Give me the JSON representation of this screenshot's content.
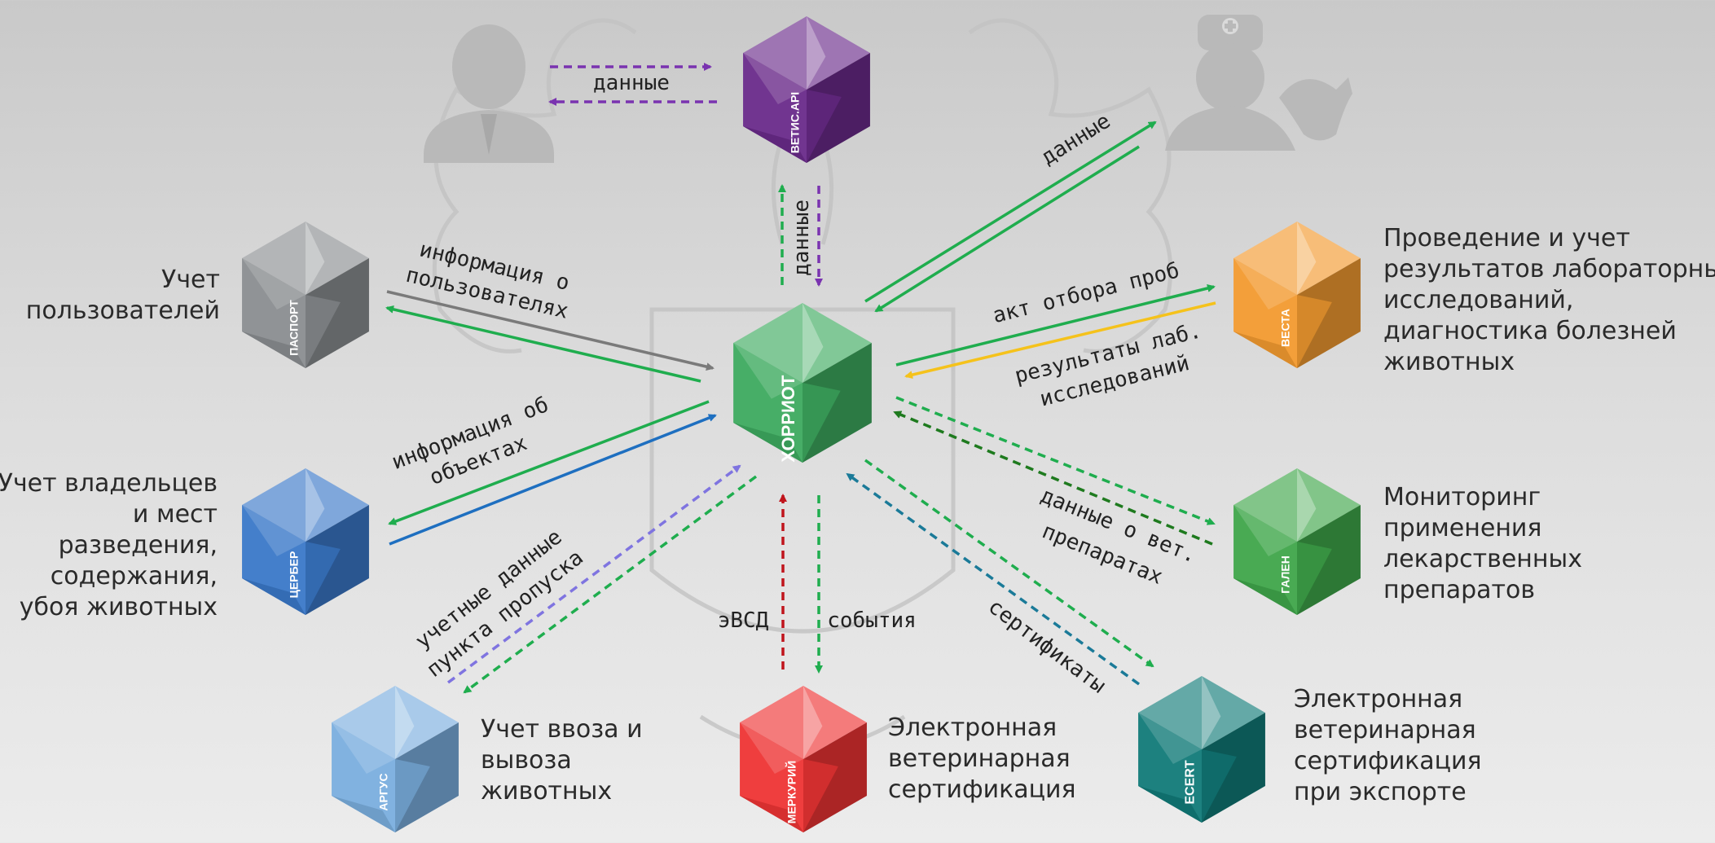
{
  "cubes": {
    "center": "ХОРРИОТ",
    "vetis_api": "ВЕТИС.API",
    "pasport": "ПАСПОРТ",
    "vesta": "ВЕСТА",
    "cerber": "ЦЕРБЕР",
    "galen": "ГАЛЕН",
    "argus": "АРГУС",
    "mercury": "МЕРКУРИЙ",
    "ecert": "ECERT"
  },
  "descriptions": {
    "pasport": [
      "Учет",
      "пользователей"
    ],
    "cerber": [
      "Учет владельцев",
      "и мест",
      "разведения,",
      "содержания,",
      "убоя животных"
    ],
    "vesta": [
      "Проведение и учет",
      "результатов лабораторных",
      "исследований,",
      "диагностика болезней",
      "животных"
    ],
    "galen": [
      "Мониторинг",
      "применения",
      "лекарственных",
      "препаратов"
    ],
    "argus": [
      "Учет ввоза и",
      "вывоза",
      "животных"
    ],
    "mercury": [
      "Электронная",
      "ветеринарная",
      "сертификация"
    ],
    "ecert": [
      "Электронная",
      "ветеринарная",
      "сертификация",
      "при экспорте"
    ]
  },
  "flow_labels": {
    "user_data": "данные",
    "vetis_data": "данные",
    "vet_data": "данные",
    "user_info_1": "информация о",
    "user_info_2": "пользователях",
    "object_info_1": "информация об",
    "object_info_2": "объектах",
    "sample_act": "акт отбора проб",
    "lab_results_1": "результаты лаб.",
    "lab_results_2": "исследований",
    "drug_data_1": "данные о вет.",
    "drug_data_2": "препаратах",
    "checkpoint_1": "учетные данные",
    "checkpoint_2": "пункта пропуска",
    "evsd": "эВСД",
    "events": "события",
    "certificates": "сертификаты"
  },
  "colors": {
    "center": "#3daa5f",
    "vetis_api": "#6a2a8a",
    "pasport": "#8a8d90",
    "vesta": "#f29a30",
    "cerber": "#3a78c8",
    "galen": "#3fa64a",
    "argus": "#7aaede",
    "mercury": "#ee3434",
    "ecert": "#117a78",
    "arrow_green": "#1fad4e",
    "arrow_purple": "#7a33b0",
    "arrow_gray": "#7a7a7a",
    "arrow_blue": "#1e6fc0",
    "arrow_yellow": "#f5c21b",
    "arrow_darkgreen": "#1e7a1e",
    "arrow_lavender": "#7f74e0",
    "arrow_red": "#c0141c",
    "arrow_teal": "#1a7a98"
  },
  "icons": [
    "user-silhouette-icon",
    "veterinarian-cow-icon",
    "coat-of-arms-watermark"
  ]
}
